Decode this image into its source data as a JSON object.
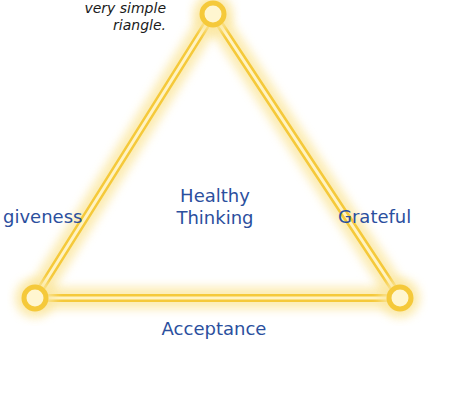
{
  "diagram": {
    "nodes": [
      {
        "text": [
          "Healthy Thinking"
        ]
      }
    ],
    "labels": [
      "very simple riangle.",
      "giveness",
      "Grateful",
      "Acceptance"
    ]
  }
}
